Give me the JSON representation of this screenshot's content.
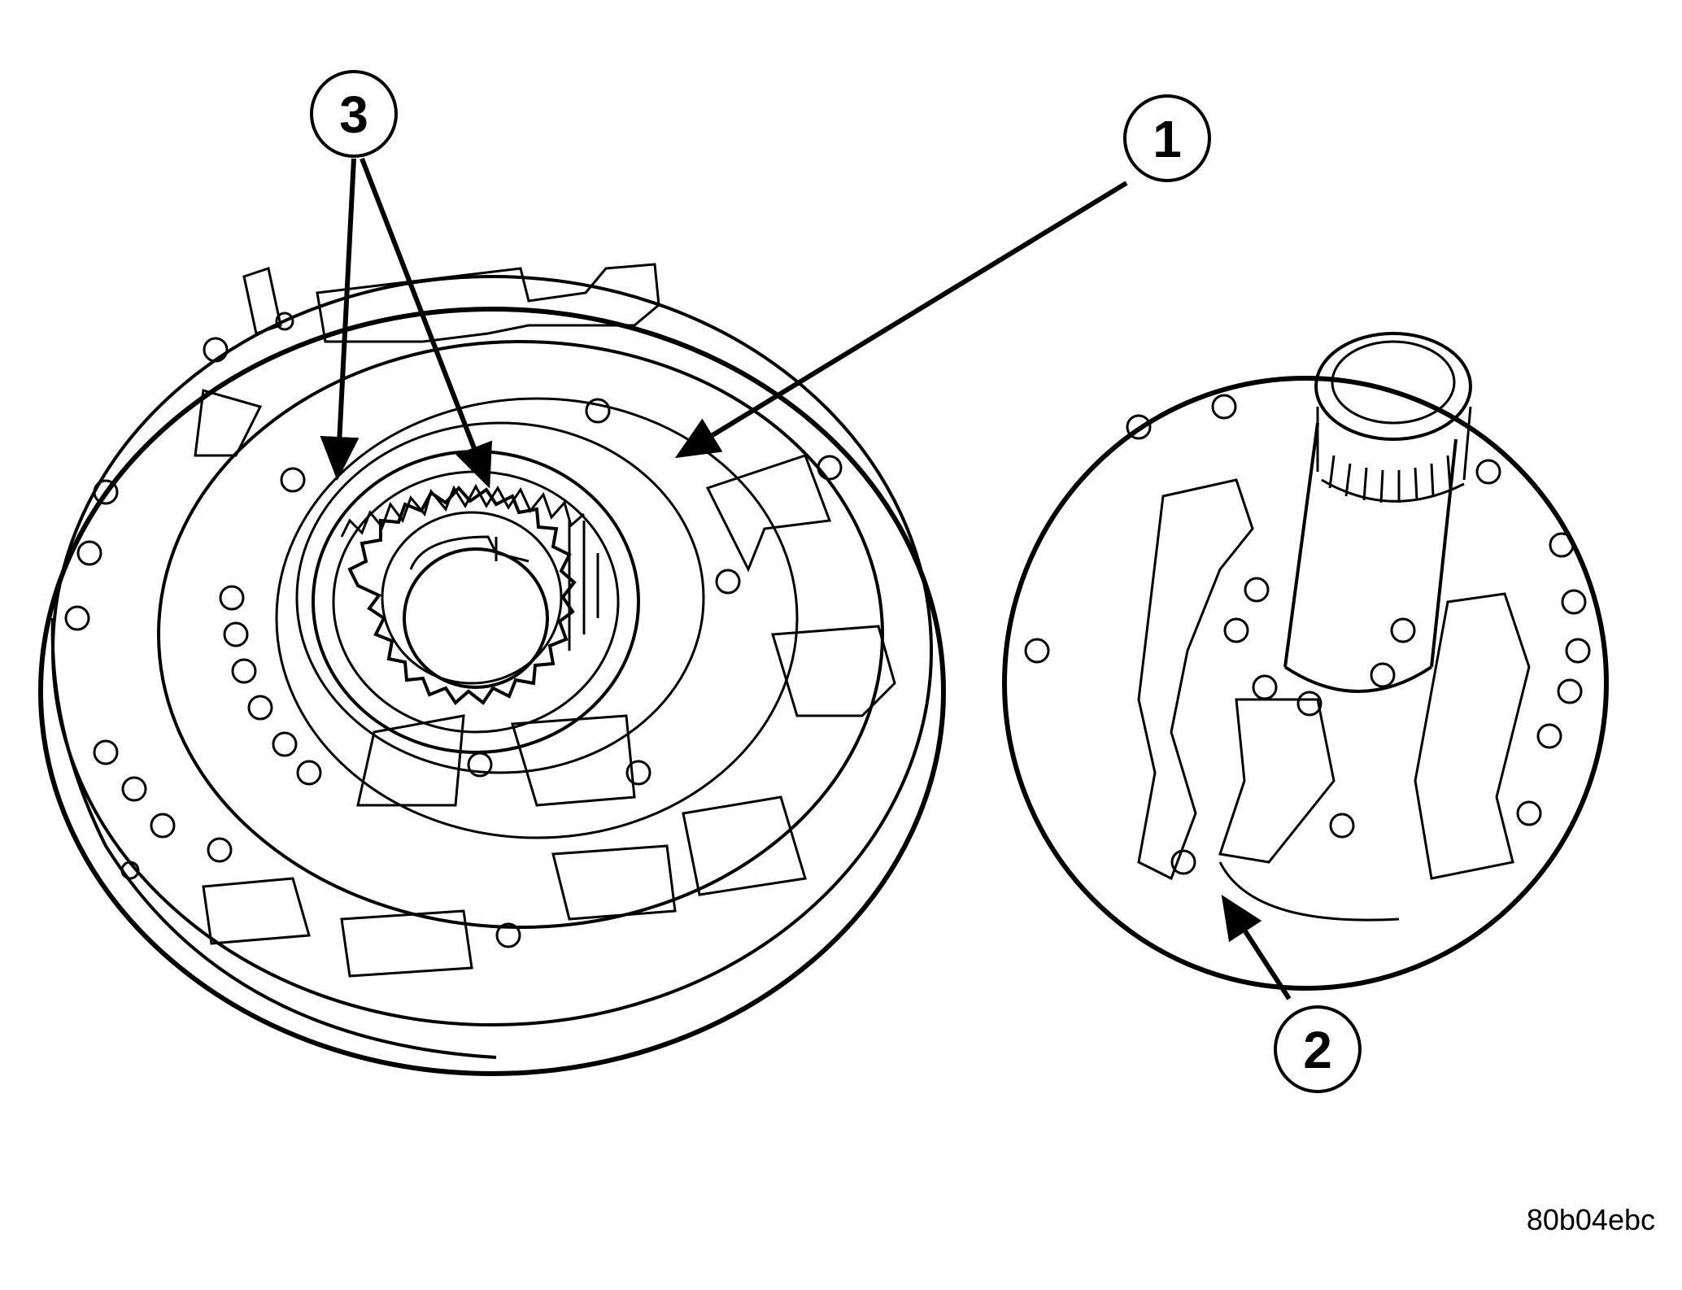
{
  "callouts": {
    "c1": {
      "label": "1"
    },
    "c2": {
      "label": "2"
    },
    "c3": {
      "label": "3"
    }
  },
  "figure_code": "80b04ebc"
}
